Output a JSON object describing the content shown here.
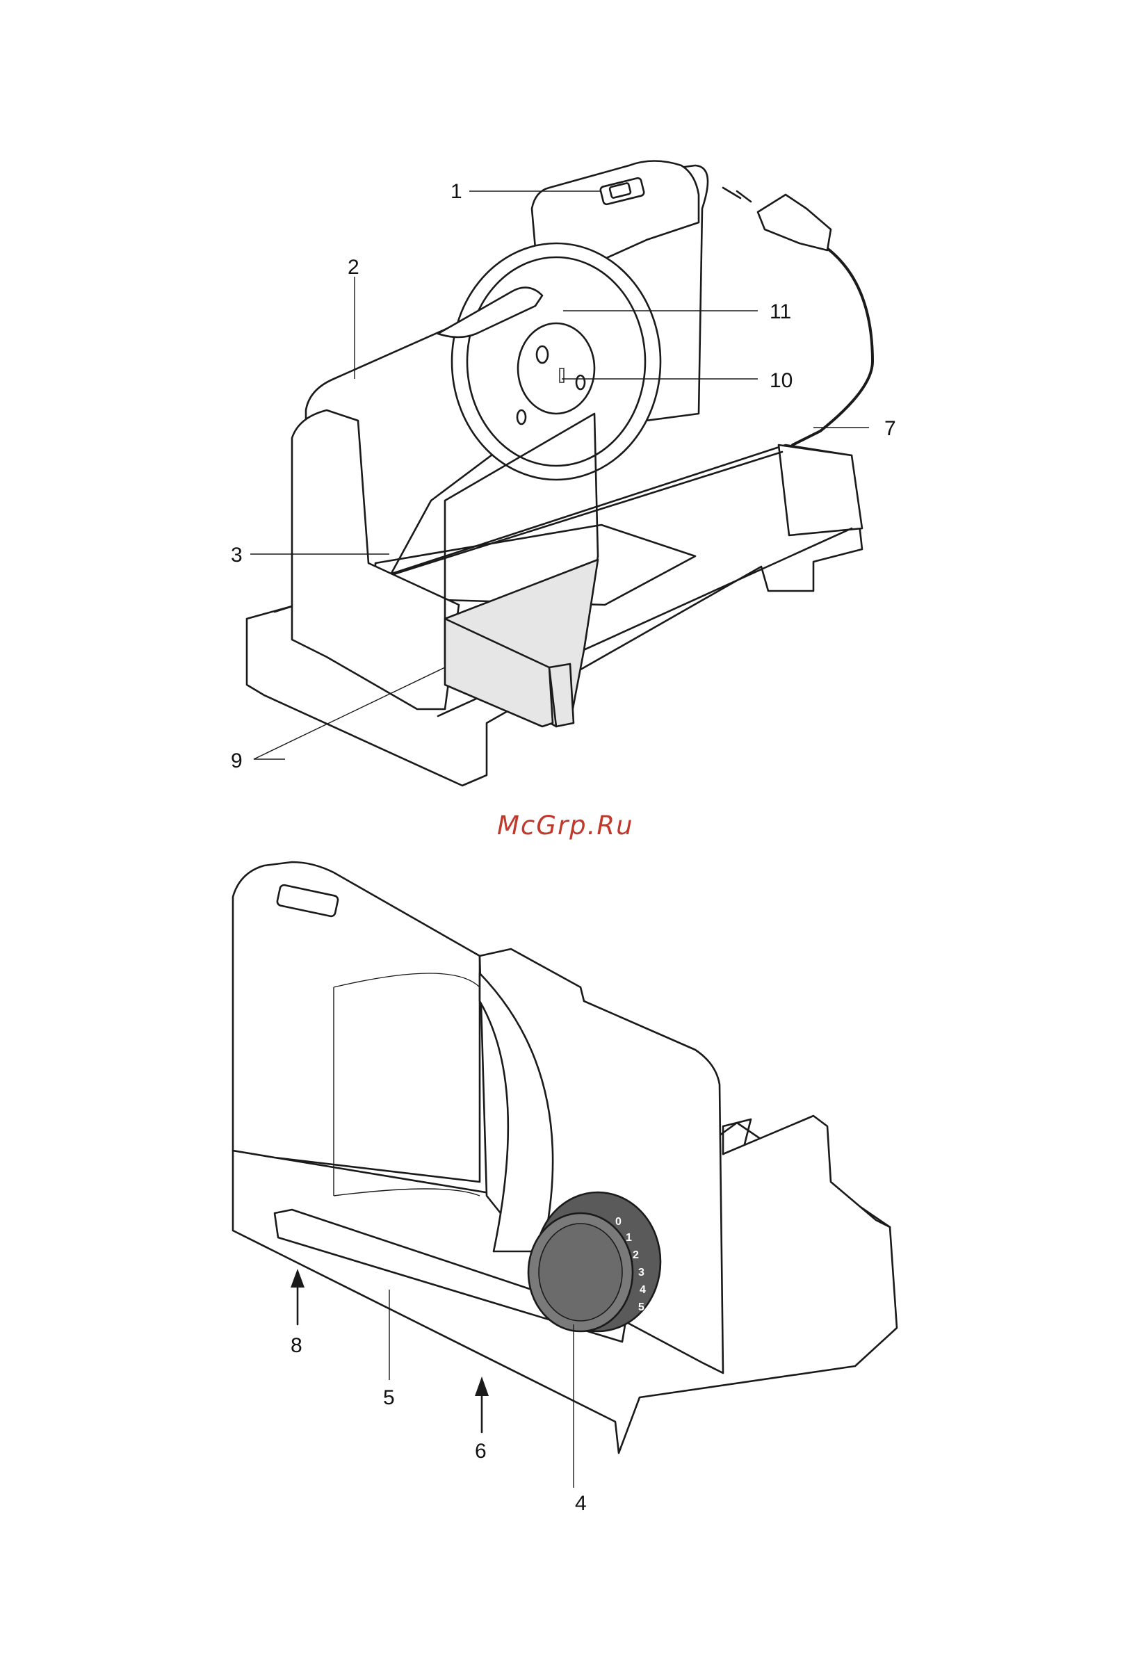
{
  "watermark": "McGrp.Ru",
  "top_view": {
    "callouts": {
      "c1": "1",
      "c2": "2",
      "c3": "3",
      "c7": "7",
      "c9": "9",
      "c10": "10",
      "c11": "11"
    }
  },
  "bottom_view": {
    "callouts": {
      "c4": "4",
      "c5": "5",
      "c6": "6",
      "c8": "8"
    },
    "dial_scale": [
      "0",
      "1",
      "2",
      "3",
      "4",
      "5"
    ]
  },
  "colors": {
    "line": "#1a1a1a",
    "panel_grey": "#e6e6e6",
    "knob_dark": "#5a5a5a",
    "watermark": "#c0392b"
  }
}
